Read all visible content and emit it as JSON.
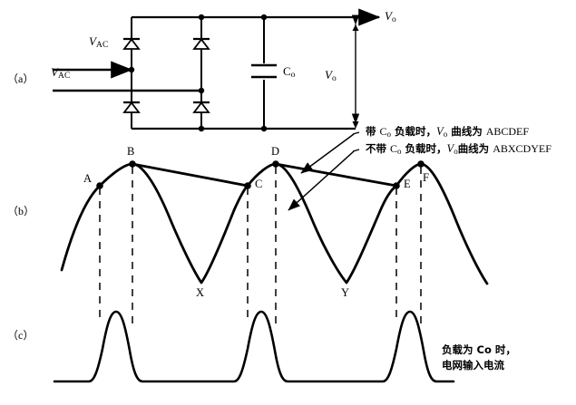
{
  "figure": {
    "panels": [
      {
        "tag": "（a）",
        "name": "circuit-schematic"
      },
      {
        "tag": "（b）",
        "name": "output-voltage-waveform"
      },
      {
        "tag": "（c）",
        "name": "input-current-waveform"
      }
    ]
  },
  "circuit": {
    "source_label_left": "V",
    "source_label_left_sub": "AC",
    "source_label_top": "V",
    "source_label_top_sub": "AC",
    "cap_label": "C",
    "cap_label_sub": "o",
    "out_label_right": "V",
    "out_label_right_sub": "o",
    "out_label_vertical": "V",
    "out_label_vertical_sub": "o",
    "diode_count": 4,
    "node_count": 6
  },
  "annotations": {
    "with_cap": {
      "prefix": "带 ",
      "cap": "C",
      "cap_sub": "o",
      "mid": " 负载时，",
      "v": "V",
      "v_sub": "o",
      "suffix": " 曲线为 ",
      "curve": "ABCDEF"
    },
    "without_cap": {
      "prefix": "不带 ",
      "cap": "C",
      "cap_sub": "o",
      "mid": " 负载时，",
      "v": "V",
      "v_sub": "o",
      "suffix": "曲线为 ",
      "curve": "ABXCDYEF"
    },
    "current_note": {
      "line1_prefix": "负载为 ",
      "line1_cap": "C",
      "line1_cap_sub": "o",
      "line1_suffix": " 时，",
      "line2": "电网输入电流"
    }
  },
  "waveform_b": {
    "points": [
      {
        "id": "A",
        "label": "A",
        "x": 110,
        "y": 205,
        "dot": true
      },
      {
        "id": "B",
        "label": "B",
        "x": 146,
        "y": 181,
        "dot": true
      },
      {
        "id": "C",
        "label": "C",
        "x": 273,
        "y": 205,
        "dot": true
      },
      {
        "id": "D",
        "label": "D",
        "x": 304,
        "y": 181,
        "dot": true
      },
      {
        "id": "E",
        "label": "E",
        "x": 437,
        "y": 205,
        "dot": true
      },
      {
        "id": "F",
        "label": "F",
        "x": 464,
        "y": 181,
        "dot": true
      },
      {
        "id": "X",
        "label": "X",
        "x": 222,
        "y": 312,
        "dot": false
      },
      {
        "id": "Y",
        "label": "Y",
        "x": 382,
        "y": 312,
        "dot": false
      }
    ],
    "dashed_x": [
      110,
      146,
      273,
      304,
      437,
      464
    ]
  },
  "chart_data": {
    "type": "line",
    "title": "",
    "series": [
      {
        "name": "Vo with Co load (ABCDEF)",
        "description": "Rectified sine peaks joined by slow capacitor discharge ramps"
      },
      {
        "name": "Vo without Co load (ABXCDYEF)",
        "description": "Full-wave rectified sine dipping to zero at X and Y"
      },
      {
        "name": "Mains input current with Co load",
        "description": "Narrow current pulses occurring near each voltage peak"
      }
    ],
    "xlabel": "",
    "ylabel": ""
  }
}
